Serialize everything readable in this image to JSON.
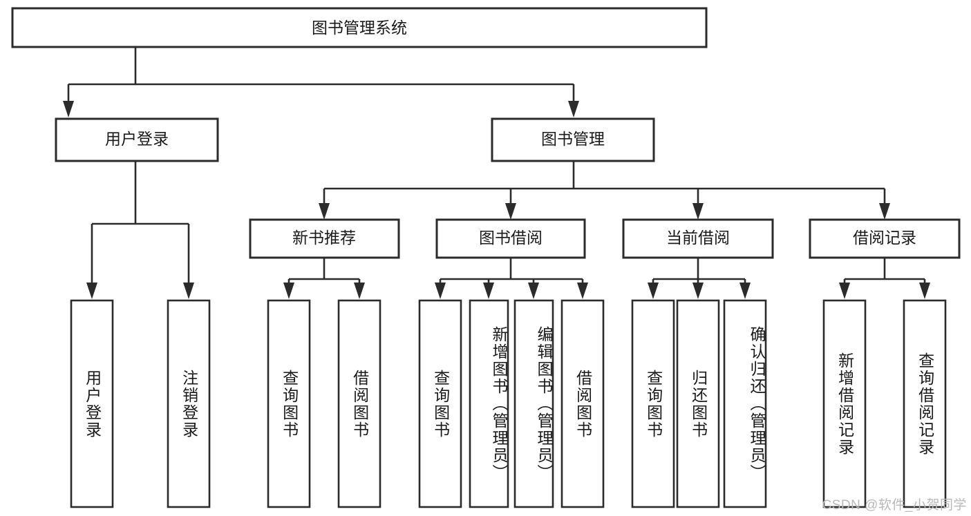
{
  "diagram": {
    "type": "tree",
    "title": "图书管理系统",
    "root": {
      "id": "root",
      "label": "图书管理系统",
      "orientation": "horizontal"
    },
    "level2": [
      {
        "id": "user-login",
        "label": "用户登录",
        "orientation": "horizontal"
      },
      {
        "id": "book-manage",
        "label": "图书管理",
        "orientation": "horizontal"
      }
    ],
    "level3": [
      {
        "id": "new-book-recommend",
        "label": "新书推荐",
        "orientation": "horizontal",
        "parent": "book-manage"
      },
      {
        "id": "book-borrow",
        "label": "图书借阅",
        "orientation": "horizontal",
        "parent": "book-manage"
      },
      {
        "id": "current-borrow",
        "label": "当前借阅",
        "orientation": "horizontal",
        "parent": "book-manage"
      },
      {
        "id": "borrow-record",
        "label": "借阅记录",
        "orientation": "horizontal",
        "parent": "book-manage"
      }
    ],
    "leaves": [
      {
        "id": "leaf-user-login",
        "label": "用户登录",
        "orientation": "vertical",
        "parent": "user-login"
      },
      {
        "id": "leaf-user-logout",
        "label": "注销登录",
        "orientation": "vertical",
        "parent": "user-login"
      },
      {
        "id": "leaf-query-book-1",
        "label": "查询图书",
        "orientation": "vertical",
        "parent": "new-book-recommend"
      },
      {
        "id": "leaf-borrow-book-1",
        "label": "借阅图书",
        "orientation": "vertical",
        "parent": "new-book-recommend"
      },
      {
        "id": "leaf-query-book-2",
        "label": "查询图书",
        "orientation": "vertical",
        "parent": "book-borrow"
      },
      {
        "id": "leaf-add-book",
        "label": "新增图书（管理员）",
        "orientation": "vertical",
        "parent": "book-borrow"
      },
      {
        "id": "leaf-edit-book",
        "label": "编辑图书（管理员）",
        "orientation": "vertical",
        "parent": "book-borrow"
      },
      {
        "id": "leaf-borrow-book-2",
        "label": "借阅图书",
        "orientation": "vertical",
        "parent": "book-borrow"
      },
      {
        "id": "leaf-query-book-3",
        "label": "查询图书",
        "orientation": "vertical",
        "parent": "current-borrow"
      },
      {
        "id": "leaf-return-book",
        "label": "归还图书",
        "orientation": "vertical",
        "parent": "current-borrow"
      },
      {
        "id": "leaf-confirm-return",
        "label": "确认归还（管理员）",
        "orientation": "vertical",
        "parent": "current-borrow"
      },
      {
        "id": "leaf-add-record",
        "label": "新增借阅记录",
        "orientation": "vertical",
        "parent": "borrow-record"
      },
      {
        "id": "leaf-query-record",
        "label": "查询借阅记录",
        "orientation": "vertical",
        "parent": "borrow-record"
      }
    ],
    "colors": {
      "stroke": "#2b2b2b",
      "fill": "#ffffff",
      "text": "#1a1a1a",
      "watermark": "#b9b9b9"
    }
  },
  "watermark": {
    "text": "CSDN @软件_小贺同学"
  }
}
